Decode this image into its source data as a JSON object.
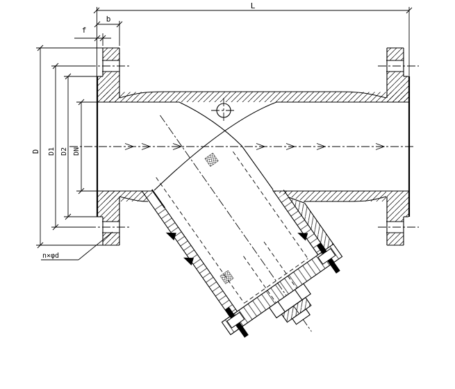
{
  "drawing": {
    "background_color": "#ffffff",
    "line_color": "#000000",
    "labels": {
      "face_to_face_length": "L",
      "flange_thickness": "b",
      "raised_face_height": "f",
      "flange_diameter": "D",
      "bolt_circle_diameter": "D1",
      "raised_face_diameter": "D2",
      "nominal_diameter": "DN",
      "bolt_holes": "n×φd"
    }
  }
}
